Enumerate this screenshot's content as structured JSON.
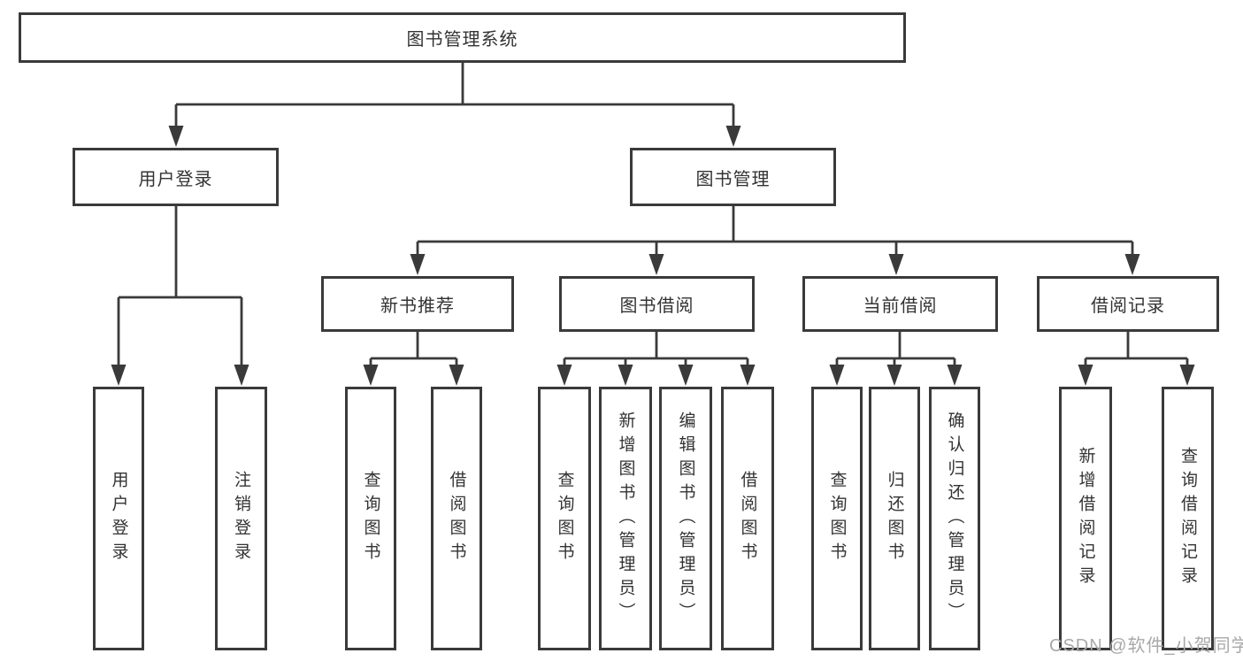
{
  "diagram_title": "图书管理系统",
  "nodes": {
    "root": {
      "label": "图书管理系统"
    },
    "user_login": {
      "label": "用户登录"
    },
    "book_mgmt": {
      "label": "图书管理"
    },
    "new_book_rec": {
      "label": "新书推荐"
    },
    "book_borrow": {
      "label": "图书借阅"
    },
    "current_borrow": {
      "label": "当前借阅"
    },
    "borrow_record": {
      "label": "借阅记录"
    },
    "leaf_user_login": {
      "label": "用户登录"
    },
    "leaf_logout": {
      "label": "注销登录"
    },
    "leaf_query_book_rec": {
      "label": "查询图书"
    },
    "leaf_borrow_book_rec": {
      "label": "借阅图书"
    },
    "leaf_query_book_borrow": {
      "label": "查询图书"
    },
    "leaf_add_book": {
      "label": "新增图书（管理员）"
    },
    "leaf_edit_book": {
      "label": "编辑图书（管理员）"
    },
    "leaf_borrow_book": {
      "label": "借阅图书"
    },
    "leaf_query_book_current": {
      "label": "查询图书"
    },
    "leaf_return_book": {
      "label": "归还图书"
    },
    "leaf_confirm_return": {
      "label": "确认归还（管理员）"
    },
    "leaf_add_borrow_record": {
      "label": "新增借阅记录"
    },
    "leaf_query_borrow_record": {
      "label": "查询借阅记录"
    }
  },
  "hierarchy": {
    "图书管理系统": {
      "用户登录": [
        "用户登录",
        "注销登录"
      ],
      "图书管理": {
        "新书推荐": [
          "查询图书",
          "借阅图书"
        ],
        "图书借阅": [
          "查询图书",
          "新增图书（管理员）",
          "编辑图书（管理员）",
          "借阅图书"
        ],
        "当前借阅": [
          "查询图书",
          "归还图书",
          "确认归还（管理员）"
        ],
        "借阅记录": [
          "新增借阅记录",
          "查询借阅记录"
        ]
      }
    }
  },
  "watermark": {
    "text": "CSDN @软件_小贺同学"
  },
  "colors": {
    "line": "#3a3a3a",
    "box_border": "#3a3a3a",
    "text": "#333333",
    "watermark": "#a9a9a9",
    "background": "#ffffff"
  }
}
